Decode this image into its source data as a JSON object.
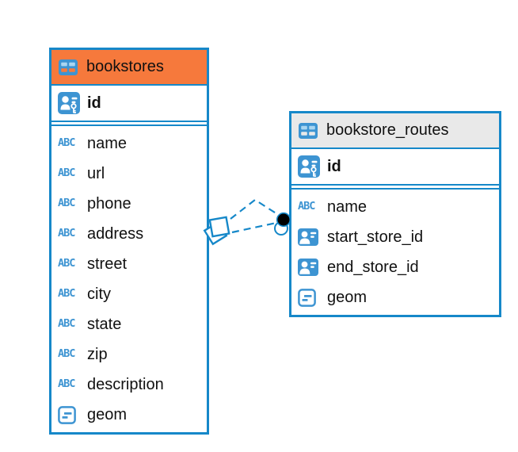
{
  "diagram": {
    "kind": "database-entity-relationship-diagram",
    "background": "#ffffff"
  },
  "colors": {
    "table_border_blue": "#1688c9",
    "icon_blue": "#3d94d2",
    "selected_header_orange": "#f6793c",
    "header_gray": "#e9e9e9",
    "relationship_line_blue": "#1688c9",
    "dot_marker_black": "#000000",
    "text": "#111111"
  },
  "icons": {
    "text_type_label": "ABC"
  },
  "tables": [
    {
      "name": "bookstores",
      "header_style": "selected-orange",
      "primary_key": {
        "name": "id",
        "icon": "user-key-icon"
      },
      "columns": [
        {
          "name": "name",
          "type": "text"
        },
        {
          "name": "url",
          "type": "text"
        },
        {
          "name": "phone",
          "type": "text"
        },
        {
          "name": "address",
          "type": "text"
        },
        {
          "name": "street",
          "type": "text"
        },
        {
          "name": "city",
          "type": "text"
        },
        {
          "name": "state",
          "type": "text"
        },
        {
          "name": "zip",
          "type": "text"
        },
        {
          "name": "description",
          "type": "text"
        },
        {
          "name": "geom",
          "type": "geometry"
        }
      ]
    },
    {
      "name": "bookstore_routes",
      "header_style": "gray",
      "primary_key": {
        "name": "id",
        "icon": "user-key-icon"
      },
      "columns": [
        {
          "name": "name",
          "type": "text"
        },
        {
          "name": "start_store_id",
          "type": "reference"
        },
        {
          "name": "end_store_id",
          "type": "reference"
        },
        {
          "name": "geom",
          "type": "geometry"
        }
      ]
    }
  ],
  "relationships": {
    "source_table": "bookstores",
    "target_table": "bookstore_routes",
    "line_count": 2,
    "line_style": "dashed",
    "source_marker": "overlapping-squares",
    "target_marker": "black-dot"
  }
}
